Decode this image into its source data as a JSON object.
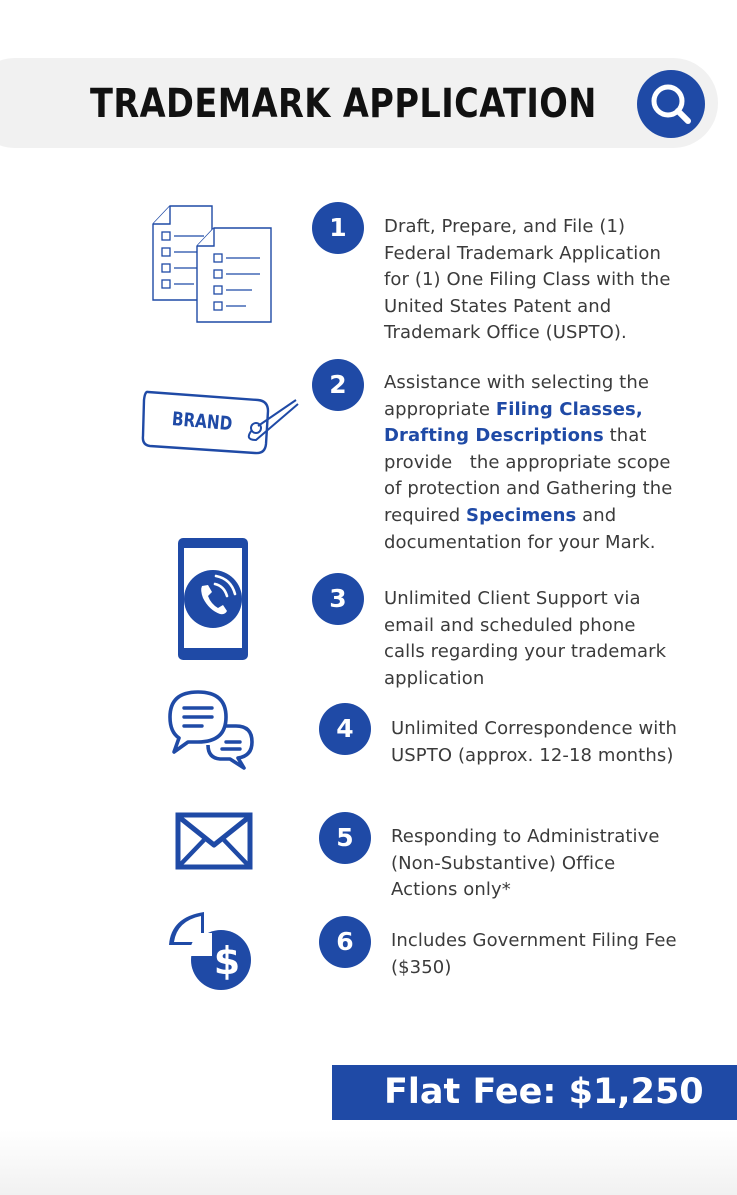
{
  "header": {
    "title": "TRADEMARK APPLICATION"
  },
  "colors": {
    "brand_blue": "#1f4aa6",
    "header_bg": "#f1f1f1",
    "text": "#3b3b3b"
  },
  "steps": [
    {
      "number": "1",
      "icon": "documents-icon",
      "lines": [
        "Draft, Prepare, and File (1)",
        "Federal Trademark Application",
        "for (1) One Filing Class with the",
        "United States Patent and",
        "Trademark Office (USPTO)."
      ]
    },
    {
      "number": "2",
      "icon": "brand-tag-icon",
      "tag_text": "BRAND",
      "l1": "Assistance with selecting the",
      "l2_pre": "appropriate ",
      "l2_hl": "Filing Classes,",
      "l3_hl": "Drafting Descriptions",
      "l3_post": " that",
      "l4": "provide   the appropriate scope",
      "l5": "of protection and Gathering the",
      "l6_pre": "required ",
      "l6_hl": "Specimens",
      "l6_post": " and",
      "l7": "documentation for your Mark."
    },
    {
      "number": "3",
      "icon": "phone-call-icon",
      "lines": [
        "Unlimited Client Support via",
        "email and scheduled phone",
        "calls regarding your trademark",
        "application"
      ]
    },
    {
      "number": "4",
      "icon": "chat-bubbles-icon",
      "lines": [
        "Unlimited Correspondence with",
        "USPTO (approx. 12-18 months)"
      ]
    },
    {
      "number": "5",
      "icon": "envelope-icon",
      "lines": [
        "Responding to Administrative",
        "(Non-Substantive) Office",
        "Actions only*"
      ]
    },
    {
      "number": "6",
      "icon": "fee-pie-dollar-icon",
      "lines": [
        "Includes Government Filing Fee",
        "($350)"
      ]
    }
  ],
  "price": {
    "label": "Flat Fee: $1,250"
  }
}
